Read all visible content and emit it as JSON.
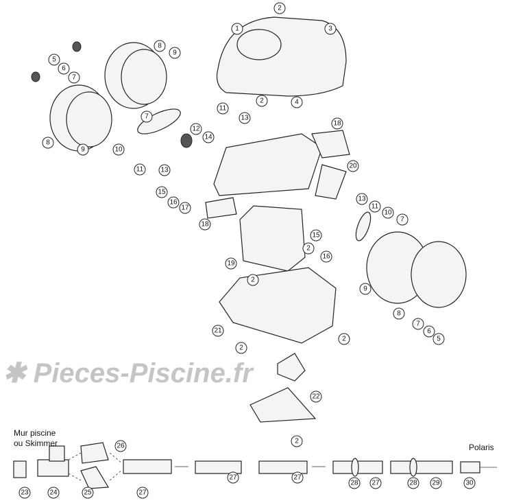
{
  "title": "Polaris pool cleaner exploded parts diagram",
  "watermark": "Pieces-Piscine.fr",
  "labels": {
    "wall_line1": "Mur piscine",
    "wall_line2": "ou Skimmer",
    "polaris": "Polaris"
  },
  "callouts": [
    "2",
    "1",
    "3",
    "5",
    "6",
    "7",
    "8",
    "9",
    "2",
    "4",
    "11",
    "13",
    "7",
    "12",
    "14",
    "18",
    "8",
    "9",
    "10",
    "11",
    "13",
    "20",
    "15",
    "16",
    "17",
    "13",
    "11",
    "10",
    "7",
    "18",
    "15",
    "16",
    "2",
    "19",
    "2",
    "9",
    "8",
    "7",
    "6",
    "5",
    "21",
    "2",
    "2",
    "22",
    "2",
    "26",
    "23",
    "24",
    "25",
    "27",
    "27",
    "27",
    "28",
    "27",
    "28",
    "29",
    "30"
  ]
}
